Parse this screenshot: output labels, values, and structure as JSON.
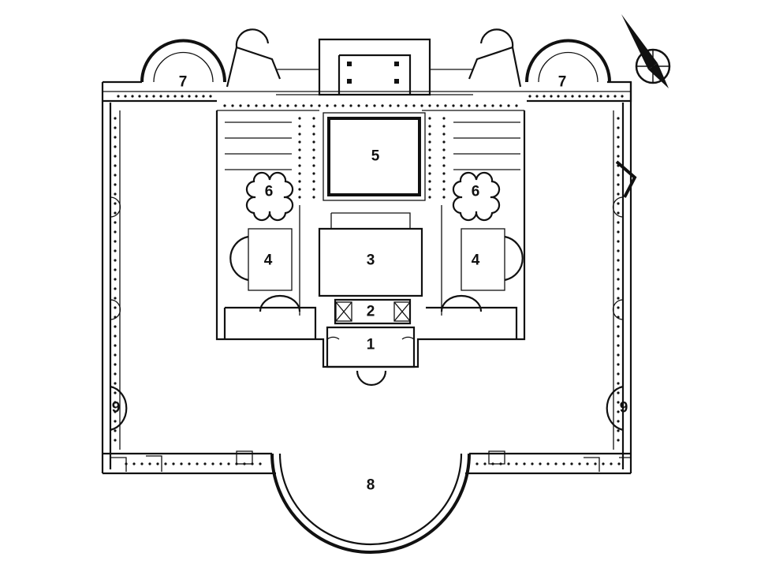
{
  "plan": {
    "labels": [
      {
        "id": "room-1",
        "text": "1"
      },
      {
        "id": "room-2",
        "text": "2"
      },
      {
        "id": "room-3",
        "text": "3"
      },
      {
        "id": "room-4-left",
        "text": "4"
      },
      {
        "id": "room-4-right",
        "text": "4"
      },
      {
        "id": "room-5",
        "text": "5"
      },
      {
        "id": "room-6-left",
        "text": "6"
      },
      {
        "id": "room-6-right",
        "text": "6"
      },
      {
        "id": "room-7-left",
        "text": "7"
      },
      {
        "id": "room-7-right",
        "text": "7"
      },
      {
        "id": "room-8",
        "text": "8"
      },
      {
        "id": "room-9-left",
        "text": "9"
      },
      {
        "id": "room-9-right",
        "text": "9"
      }
    ]
  },
  "compass": {
    "icon": "north-arrow-icon"
  }
}
